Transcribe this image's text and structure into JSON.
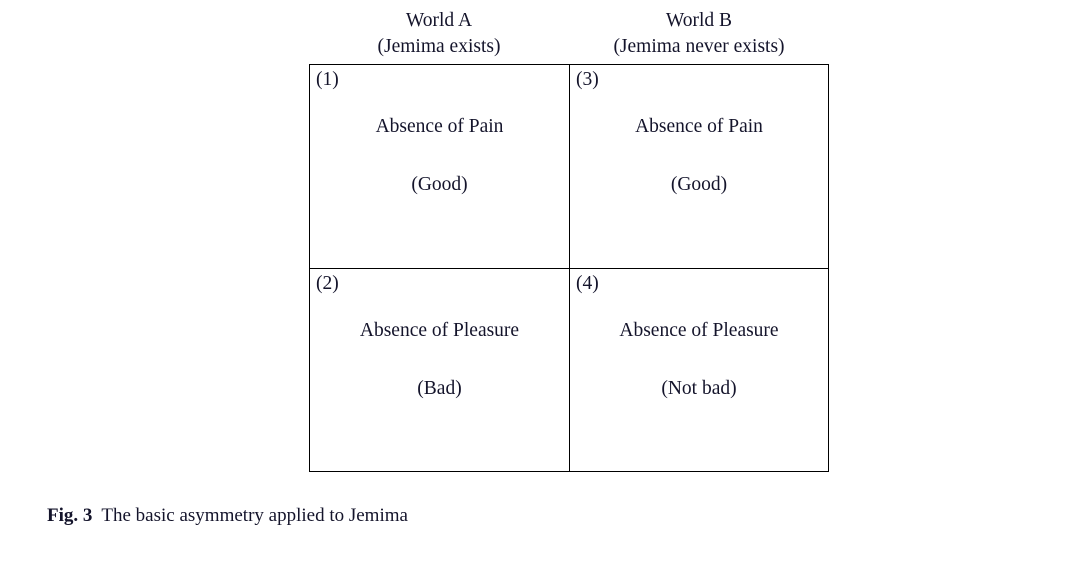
{
  "figure": {
    "columns": [
      {
        "title": "World A",
        "subtitle": "(Jemima exists)"
      },
      {
        "title": "World B",
        "subtitle": "(Jemima never exists)"
      }
    ],
    "cells": [
      {
        "index": "(1)",
        "label": "Absence of Pain",
        "value": "(Good)"
      },
      {
        "index": "(3)",
        "label": "Absence of Pain",
        "value": "(Good)"
      },
      {
        "index": "(2)",
        "label": "Absence of Pleasure",
        "value": "(Bad)"
      },
      {
        "index": "(4)",
        "label": "Absence of Pleasure",
        "value": "(Not bad)"
      }
    ],
    "caption": {
      "label": "Fig. 3",
      "text": "The basic asymmetry applied to Jemima"
    }
  }
}
